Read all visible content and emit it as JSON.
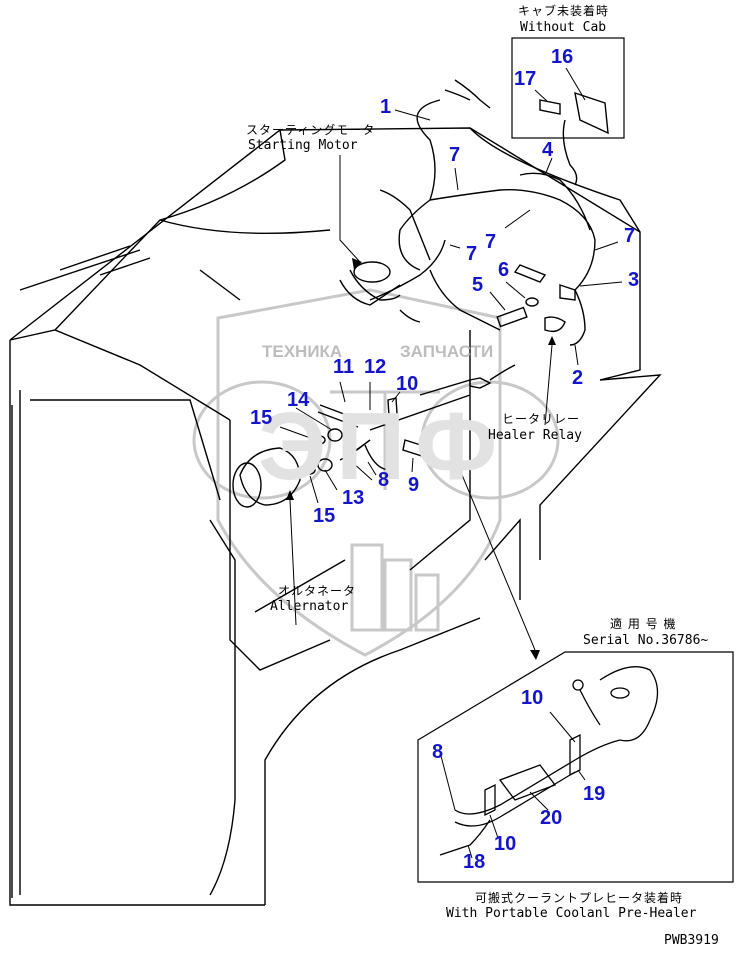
{
  "captions": {
    "without_cab_jp": "キャブ未装着時",
    "without_cab_en": "Without Cab",
    "starting_motor_jp": "スターティングモータ",
    "starting_motor_en": "Starting Motor",
    "heater_relay_jp": "ヒータリレー",
    "heater_relay_en": "Healer Relay",
    "alternator_jp": "オルタネータ",
    "alternator_en": "Allernator",
    "serial_jp": "適 用 号 機",
    "serial_en": "Serial No.36786~",
    "portable_heater_jp": "可搬式クーラントプレヒータ装着時",
    "portable_heater_en": "With Portable Coolanl Pre-Healer",
    "figure_code": "PWB3919"
  },
  "watermark": {
    "line1": "ТЕХНИКА",
    "line2": "ЗАПЧАСТИ",
    "logo_letters": "ЭПФ"
  },
  "callouts": {
    "c1": "1",
    "c2": "2",
    "c3": "3",
    "c4": "4",
    "c5": "5",
    "c6": "6",
    "c7a": "7",
    "c7b": "7",
    "c7c": "7",
    "c7d": "7",
    "c8": "8",
    "c9": "9",
    "c10": "10",
    "c11": "11",
    "c12": "12",
    "c13": "13",
    "c14": "14",
    "c15a": "15",
    "c15b": "15",
    "c16": "16",
    "c17": "17",
    "d8": "8",
    "d10a": "10",
    "d10b": "10",
    "d18": "18",
    "d19": "19",
    "d20": "20"
  },
  "colors": {
    "callout": "#1414c8",
    "line": "#000000",
    "watermark": "#c8c8c8"
  }
}
